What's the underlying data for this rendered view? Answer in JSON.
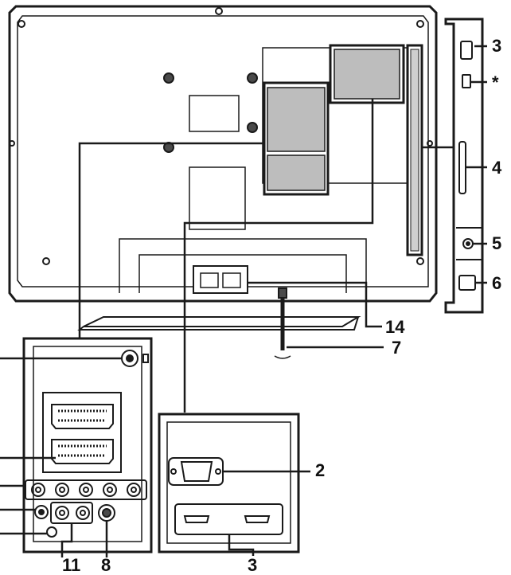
{
  "diagram": {
    "labels": {
      "hdmi_side": "3",
      "usb": "*",
      "card_slot": "4",
      "headphone": "5",
      "ci_slot": "6",
      "power_cord": "7",
      "vga": "2",
      "hdmi_rear": "3",
      "svideo": "8",
      "composite": "11",
      "stand_screws": "14"
    },
    "colors": {
      "line": "#1a1a1a",
      "fill": "#ffffff",
      "shade": "#cfcfcf",
      "block": "#4a4a4a"
    }
  }
}
